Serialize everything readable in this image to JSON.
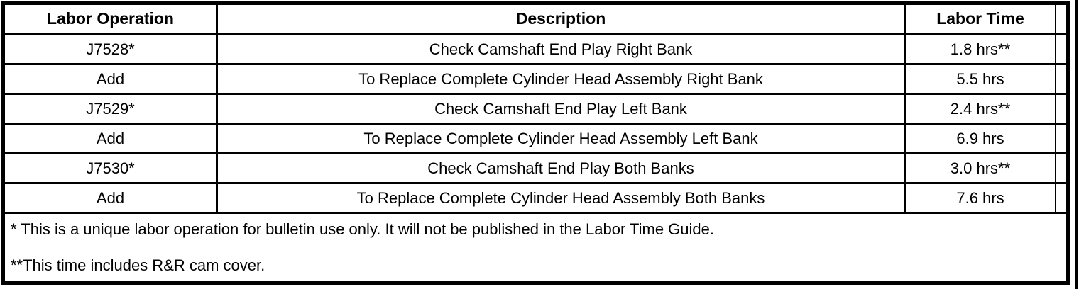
{
  "table": {
    "headers": {
      "labor_operation": "Labor Operation",
      "description": "Description",
      "labor_time": "Labor Time"
    },
    "rows": [
      {
        "op": "J7528*",
        "desc": "Check Camshaft End Play Right Bank",
        "time": "1.8 hrs**"
      },
      {
        "op": "Add",
        "desc": "To Replace Complete Cylinder Head Assembly Right Bank",
        "time": "5.5 hrs"
      },
      {
        "op": "J7529*",
        "desc": "Check Camshaft End Play Left Bank",
        "time": "2.4 hrs**"
      },
      {
        "op": "Add",
        "desc": "To Replace Complete Cylinder Head Assembly Left Bank",
        "time": "6.9 hrs"
      },
      {
        "op": "J7530*",
        "desc": "Check Camshaft End Play Both Banks",
        "time": "3.0 hrs**"
      },
      {
        "op": "Add",
        "desc": "To Replace Complete Cylinder Head Assembly Both Banks",
        "time": "7.6 hrs"
      }
    ],
    "footnotes": [
      "* This is a unique labor operation for bulletin use only. It will not be published in the Labor Time Guide.",
      "**This time includes R&R cam cover."
    ],
    "colors": {
      "border": "#000000",
      "background": "#ffffff",
      "text": "#000000"
    }
  }
}
